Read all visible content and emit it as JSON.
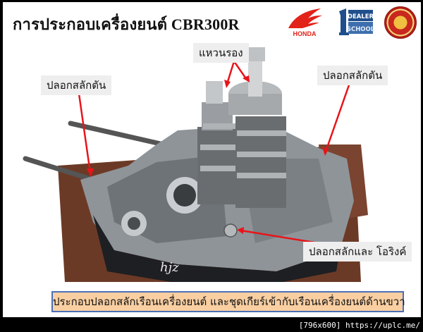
{
  "slide": {
    "title": "การประกอบเครื่องยนต์ CBR300R",
    "logos": [
      {
        "name": "honda-logo",
        "text": "HONDA",
        "color": "#e2231a"
      },
      {
        "name": "dealer-school-logo",
        "text_top": "DEALER",
        "text_bottom": "SCHOOL",
        "color": "#1f4e8c"
      },
      {
        "name": "institution-seal-logo",
        "color": "#c8281e"
      }
    ],
    "labels": {
      "spacer_washer": "แหวนรอง",
      "dowel_pin_left": "ปลอกสลักตัน",
      "dowel_pin_right": "ปลอกสลักตัน",
      "dowel_pin_oring": "ปลอกสลักและ โอริงค์"
    },
    "caption": "ประกอบปลอกสลักเรือนเครื่องยนต์ และชุดเกียร์เข้ากับเรือนเครื่องยนต์ด้านขวา",
    "colors": {
      "arrow": "#e8141a",
      "caption_bg": "#f9cfa2",
      "caption_border": "#4a6fb5",
      "label_bg": "#eeeeee"
    }
  },
  "watermark": "[796x600] https://uplc.me/"
}
